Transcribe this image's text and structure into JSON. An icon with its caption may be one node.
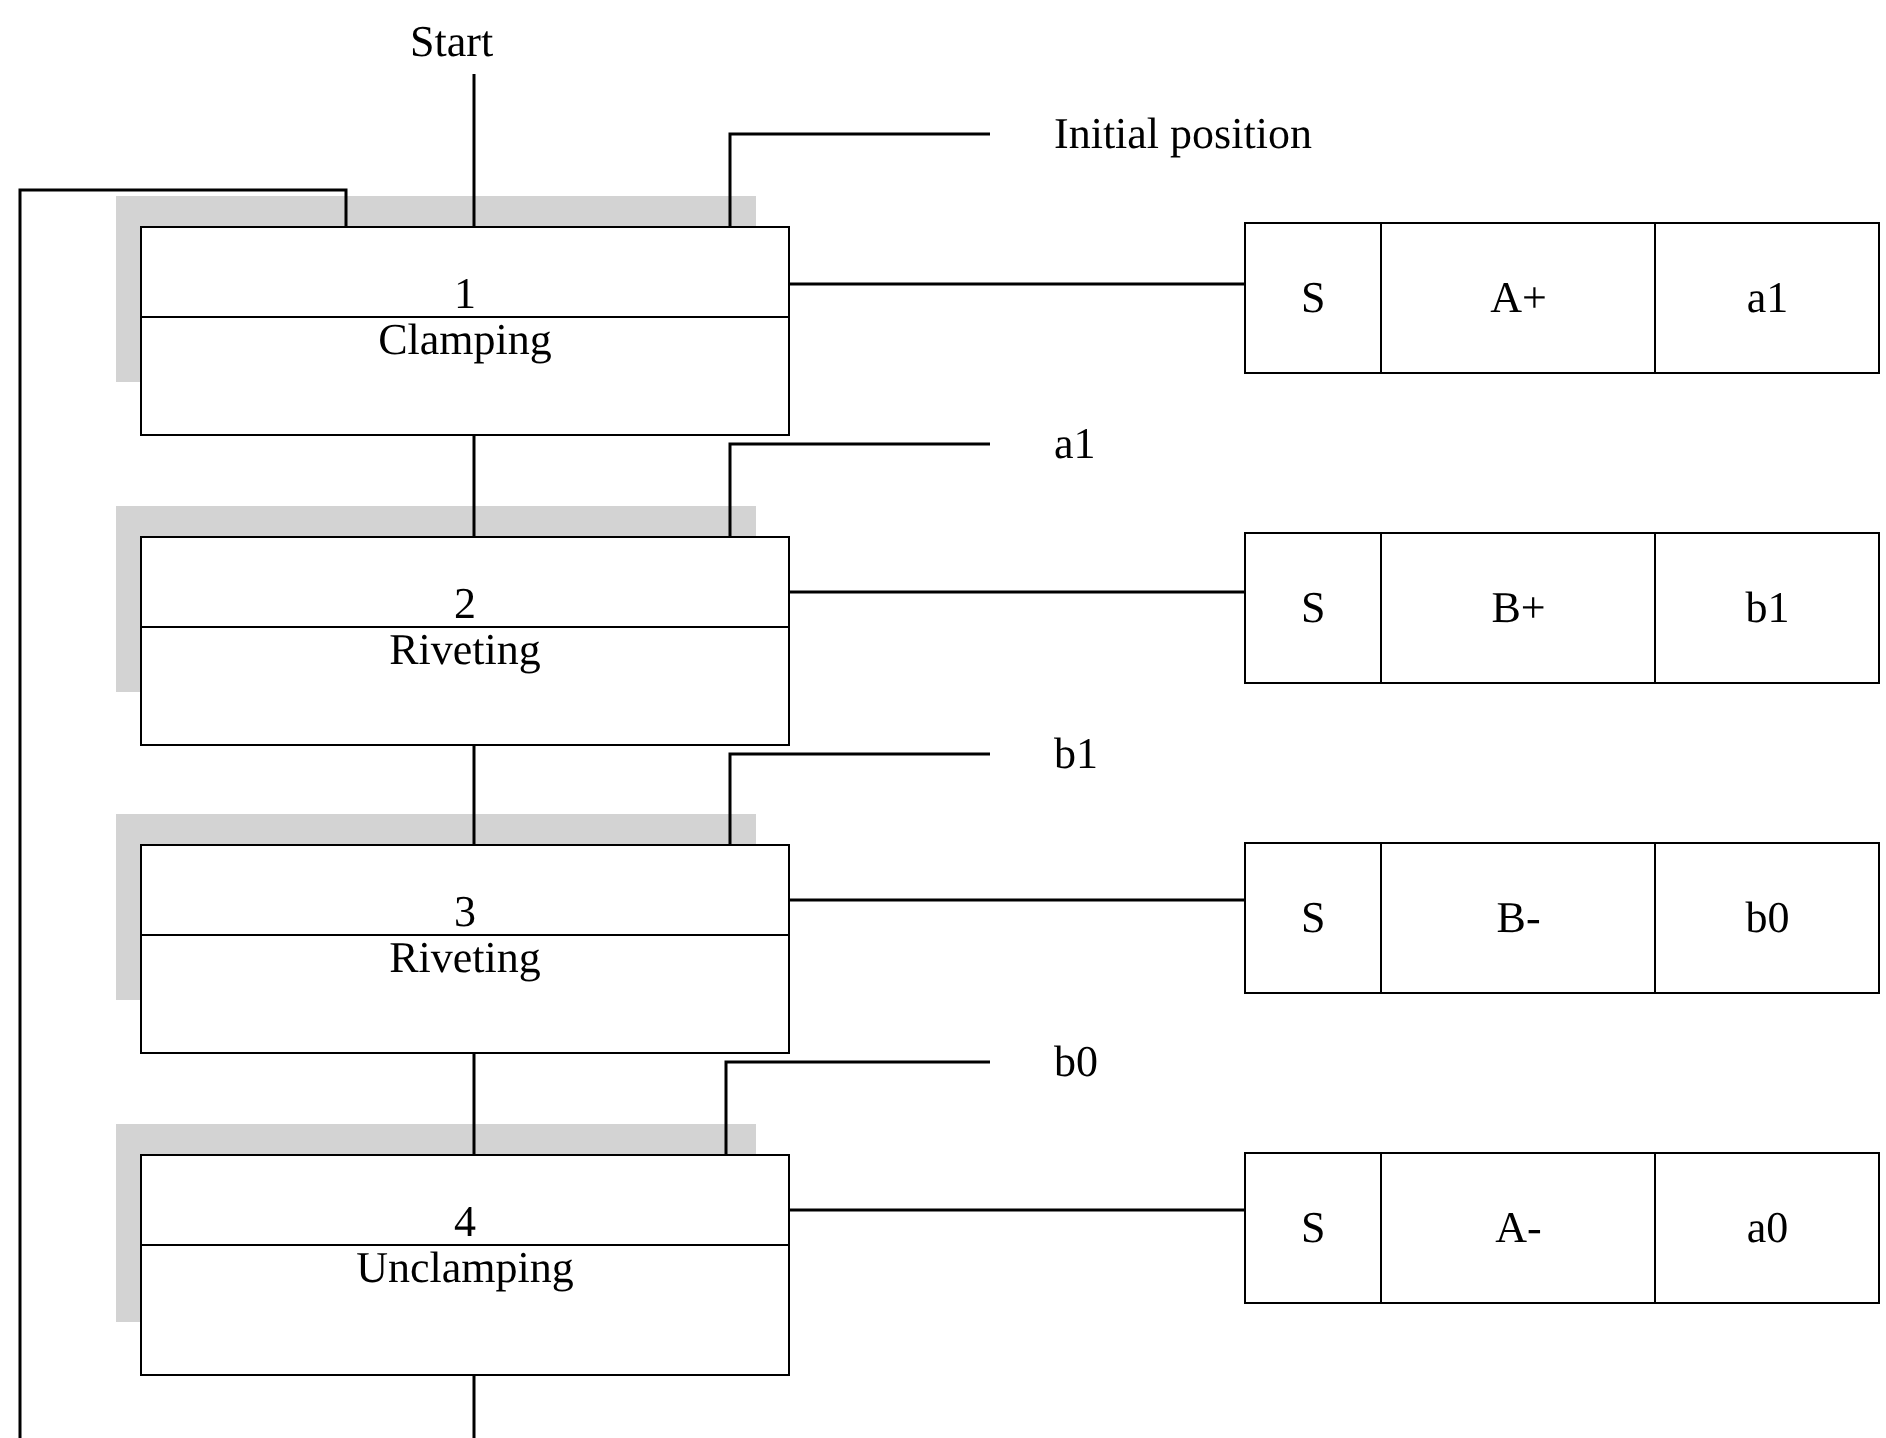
{
  "diagram": {
    "nodes": [
      {
        "text": [
          "Start"
        ]
      },
      {
        "text": [
          "Initial position"
        ]
      },
      {
        "text": [
          "1",
          "Clamping"
        ]
      },
      {
        "text": [
          "S",
          "A+",
          "a1"
        ]
      },
      {
        "text": [
          "a1"
        ]
      },
      {
        "text": [
          "2",
          "Riveting"
        ]
      },
      {
        "text": [
          "S",
          "B+",
          "b1"
        ]
      },
      {
        "text": [
          "b1"
        ]
      },
      {
        "text": [
          "3",
          "Riveting"
        ]
      },
      {
        "text": [
          "S",
          "B-",
          "b0"
        ]
      },
      {
        "text": [
          "b0"
        ]
      },
      {
        "text": [
          "4",
          "Unclamping"
        ]
      },
      {
        "text": [
          "S",
          "A-",
          "a0"
        ]
      }
    ],
    "edges": [
      {
        "from": 0,
        "to": 2,
        "arrow": "none"
      },
      {
        "from": 1,
        "to": 2,
        "arrow": "none"
      },
      {
        "from": 2,
        "to": 3,
        "arrow": "none"
      },
      {
        "from": 2,
        "to": 5,
        "arrow": "none"
      },
      {
        "from": 4,
        "to": 5,
        "arrow": "none"
      },
      {
        "from": 5,
        "to": 6,
        "arrow": "none"
      },
      {
        "from": 5,
        "to": 8,
        "arrow": "none"
      },
      {
        "from": 7,
        "to": 8,
        "arrow": "none"
      },
      {
        "from": 8,
        "to": 9,
        "arrow": "none"
      },
      {
        "from": 8,
        "to": 11,
        "arrow": "none"
      },
      {
        "from": 10,
        "to": 11,
        "arrow": "none"
      },
      {
        "from": 11,
        "to": 12,
        "arrow": "none"
      },
      {
        "from": 11,
        "to": 2,
        "arrow": "none"
      }
    ]
  }
}
